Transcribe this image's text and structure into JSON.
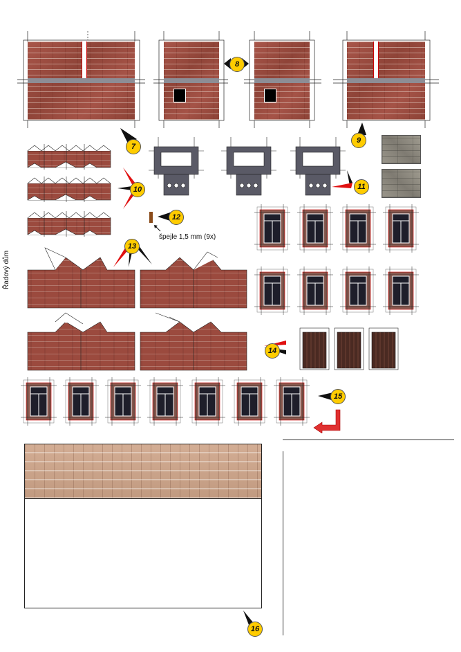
{
  "side_label": "Řadový dům",
  "pin_caption": "špejle 1,5 mm (9x)",
  "markers": {
    "m7": "7",
    "m8": "8",
    "m9": "9",
    "m10": "10",
    "m11": "11",
    "m12": "12",
    "m13": "13",
    "m14": "14",
    "m15": "15",
    "m16": "16"
  },
  "colors": {
    "brick": "#9b4a3e",
    "marker_fill": "#ffcc00",
    "arrow_red": "#e01010",
    "window_frame": "#222233",
    "door": "#4a2a22",
    "chimney_cap": "#5a5a66"
  },
  "icons": {
    "marker": "pointer-arrow-icon",
    "fold_arrow": "l-shaped-red-arrow-icon",
    "small_arrow": "up-left-arrow-icon"
  }
}
